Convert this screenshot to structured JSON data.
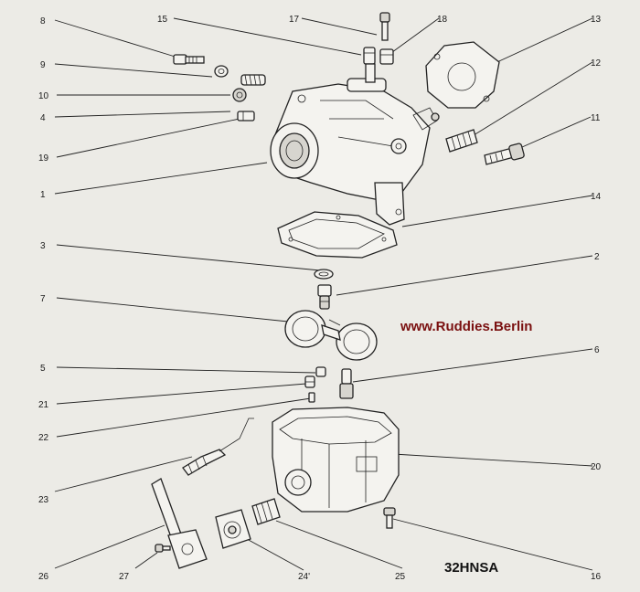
{
  "labels": [
    {
      "id": "8",
      "text": "8"
    },
    {
      "id": "9",
      "text": "9"
    },
    {
      "id": "10",
      "text": "10"
    },
    {
      "id": "4",
      "text": "4"
    },
    {
      "id": "19",
      "text": "19"
    },
    {
      "id": "1",
      "text": "1"
    },
    {
      "id": "15",
      "text": "15"
    },
    {
      "id": "17",
      "text": "17"
    },
    {
      "id": "18",
      "text": "18"
    },
    {
      "id": "13",
      "text": "13"
    },
    {
      "id": "12",
      "text": "12"
    },
    {
      "id": "11",
      "text": "11"
    },
    {
      "id": "14",
      "text": "14"
    },
    {
      "id": "3",
      "text": "3"
    },
    {
      "id": "2",
      "text": "2"
    },
    {
      "id": "7",
      "text": "7"
    },
    {
      "id": "6",
      "text": "6"
    },
    {
      "id": "5",
      "text": "5"
    },
    {
      "id": "21",
      "text": "21"
    },
    {
      "id": "22",
      "text": "22"
    },
    {
      "id": "20",
      "text": "20"
    },
    {
      "id": "23",
      "text": "23"
    },
    {
      "id": "26",
      "text": "26"
    },
    {
      "id": "27",
      "text": "27"
    },
    {
      "id": "24",
      "text": "24'"
    },
    {
      "id": "25",
      "text": "25"
    },
    {
      "id": "16",
      "text": "16"
    }
  ],
  "website": "www.Ruddies.Berlin",
  "model": "32HNSA"
}
